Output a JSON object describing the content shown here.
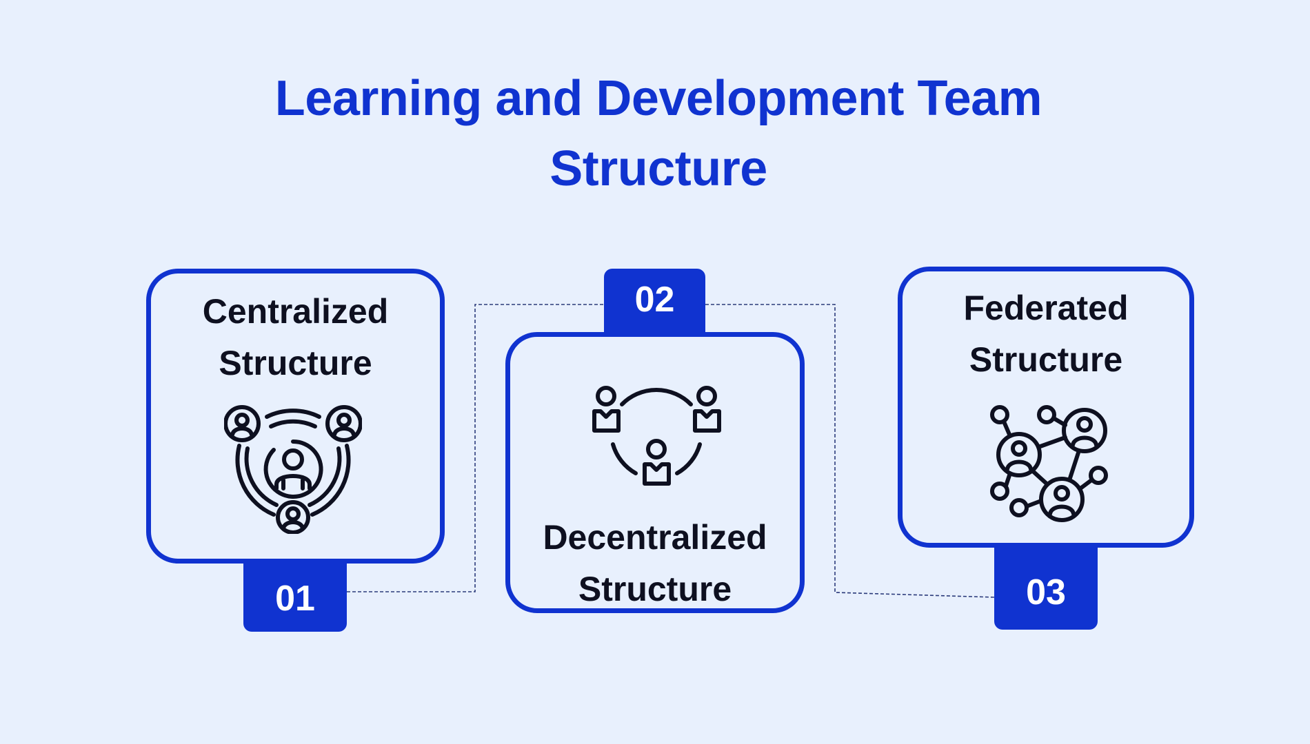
{
  "header": {
    "title_line1": "Learning and Development Team",
    "title_line2": "Structure"
  },
  "cards": [
    {
      "number": "01",
      "title_line1": "Centralized",
      "title_line2": "Structure",
      "icon": "centralized-team-icon"
    },
    {
      "number": "02",
      "title_line1": "Decentralized",
      "title_line2": "Structure",
      "icon": "decentralized-team-icon"
    },
    {
      "number": "03",
      "title_line1": "Federated",
      "title_line2": "Structure",
      "icon": "federated-network-icon"
    }
  ],
  "colors": {
    "background": "#E8F0FD",
    "accent": "#1033D0",
    "text": "#0E1020",
    "badge_text": "#FFFFFF",
    "connector": "#2A3A7A"
  }
}
